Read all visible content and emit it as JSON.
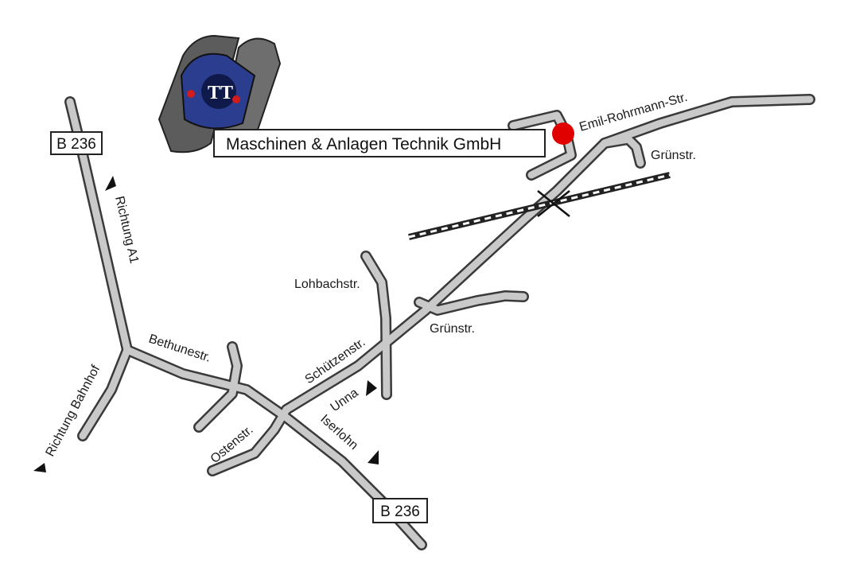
{
  "company": {
    "name": "Maschinen & Anlagen Technik GmbH",
    "logo_text": "TT",
    "marker_color": "#e00000"
  },
  "road_signs": {
    "top": "B 236",
    "bottom": "B 236"
  },
  "streets": {
    "emil": "Emil-Rohrmann-Str.",
    "gruen1": "Grünstr.",
    "lohbach": "Lohbachstr.",
    "gruen2": "Grünstr.",
    "schuetzen": "Schützenstr.",
    "bethune": "Bethunestr.",
    "osten": "Ostenstr."
  },
  "directions": {
    "a1": "Richtung A1",
    "bahnhof": "Richtung Bahnhof",
    "unna": "Unna",
    "iserlohn": "Iserlohn"
  },
  "colors": {
    "road_fill": "#c9c9c9",
    "road_edge": "#3a3a3a",
    "logo_blue": "#2a3d8f"
  }
}
